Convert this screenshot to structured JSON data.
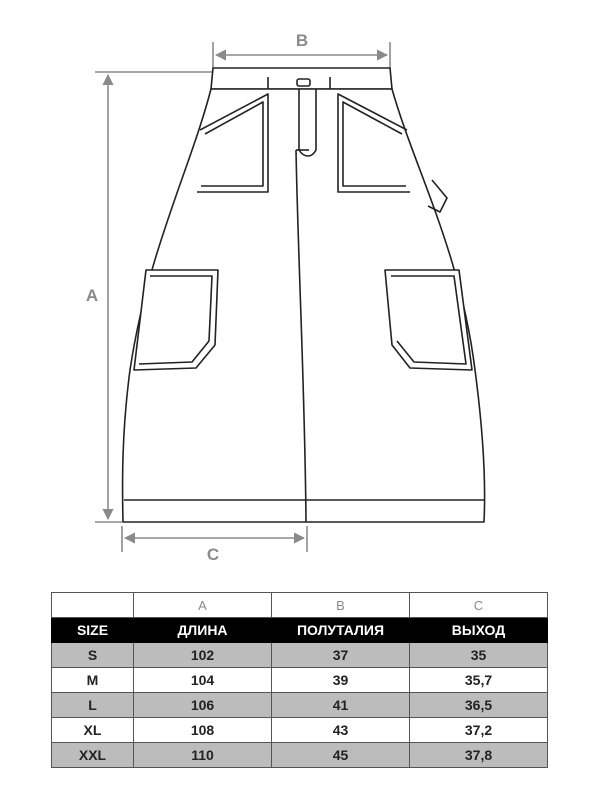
{
  "dimensions": {
    "a": "A",
    "b": "B",
    "c": "C"
  },
  "table": {
    "letters": [
      "",
      "A",
      "B",
      "C"
    ],
    "headers": [
      "SIZE",
      "ДЛИНА",
      "ПОЛУТАЛИЯ",
      "ВЫХОД"
    ],
    "rows": [
      [
        "S",
        "102",
        "37",
        "35"
      ],
      [
        "M",
        "104",
        "39",
        "35,7"
      ],
      [
        "L",
        "106",
        "41",
        "36,5"
      ],
      [
        "XL",
        "108",
        "43",
        "37,2"
      ],
      [
        "XXL",
        "110",
        "45",
        "37,8"
      ]
    ]
  },
  "colors": {
    "line": "#222222",
    "dimension": "#8a8a8a",
    "header_bg": "#000000",
    "shaded_row": "#bcbcbc"
  }
}
